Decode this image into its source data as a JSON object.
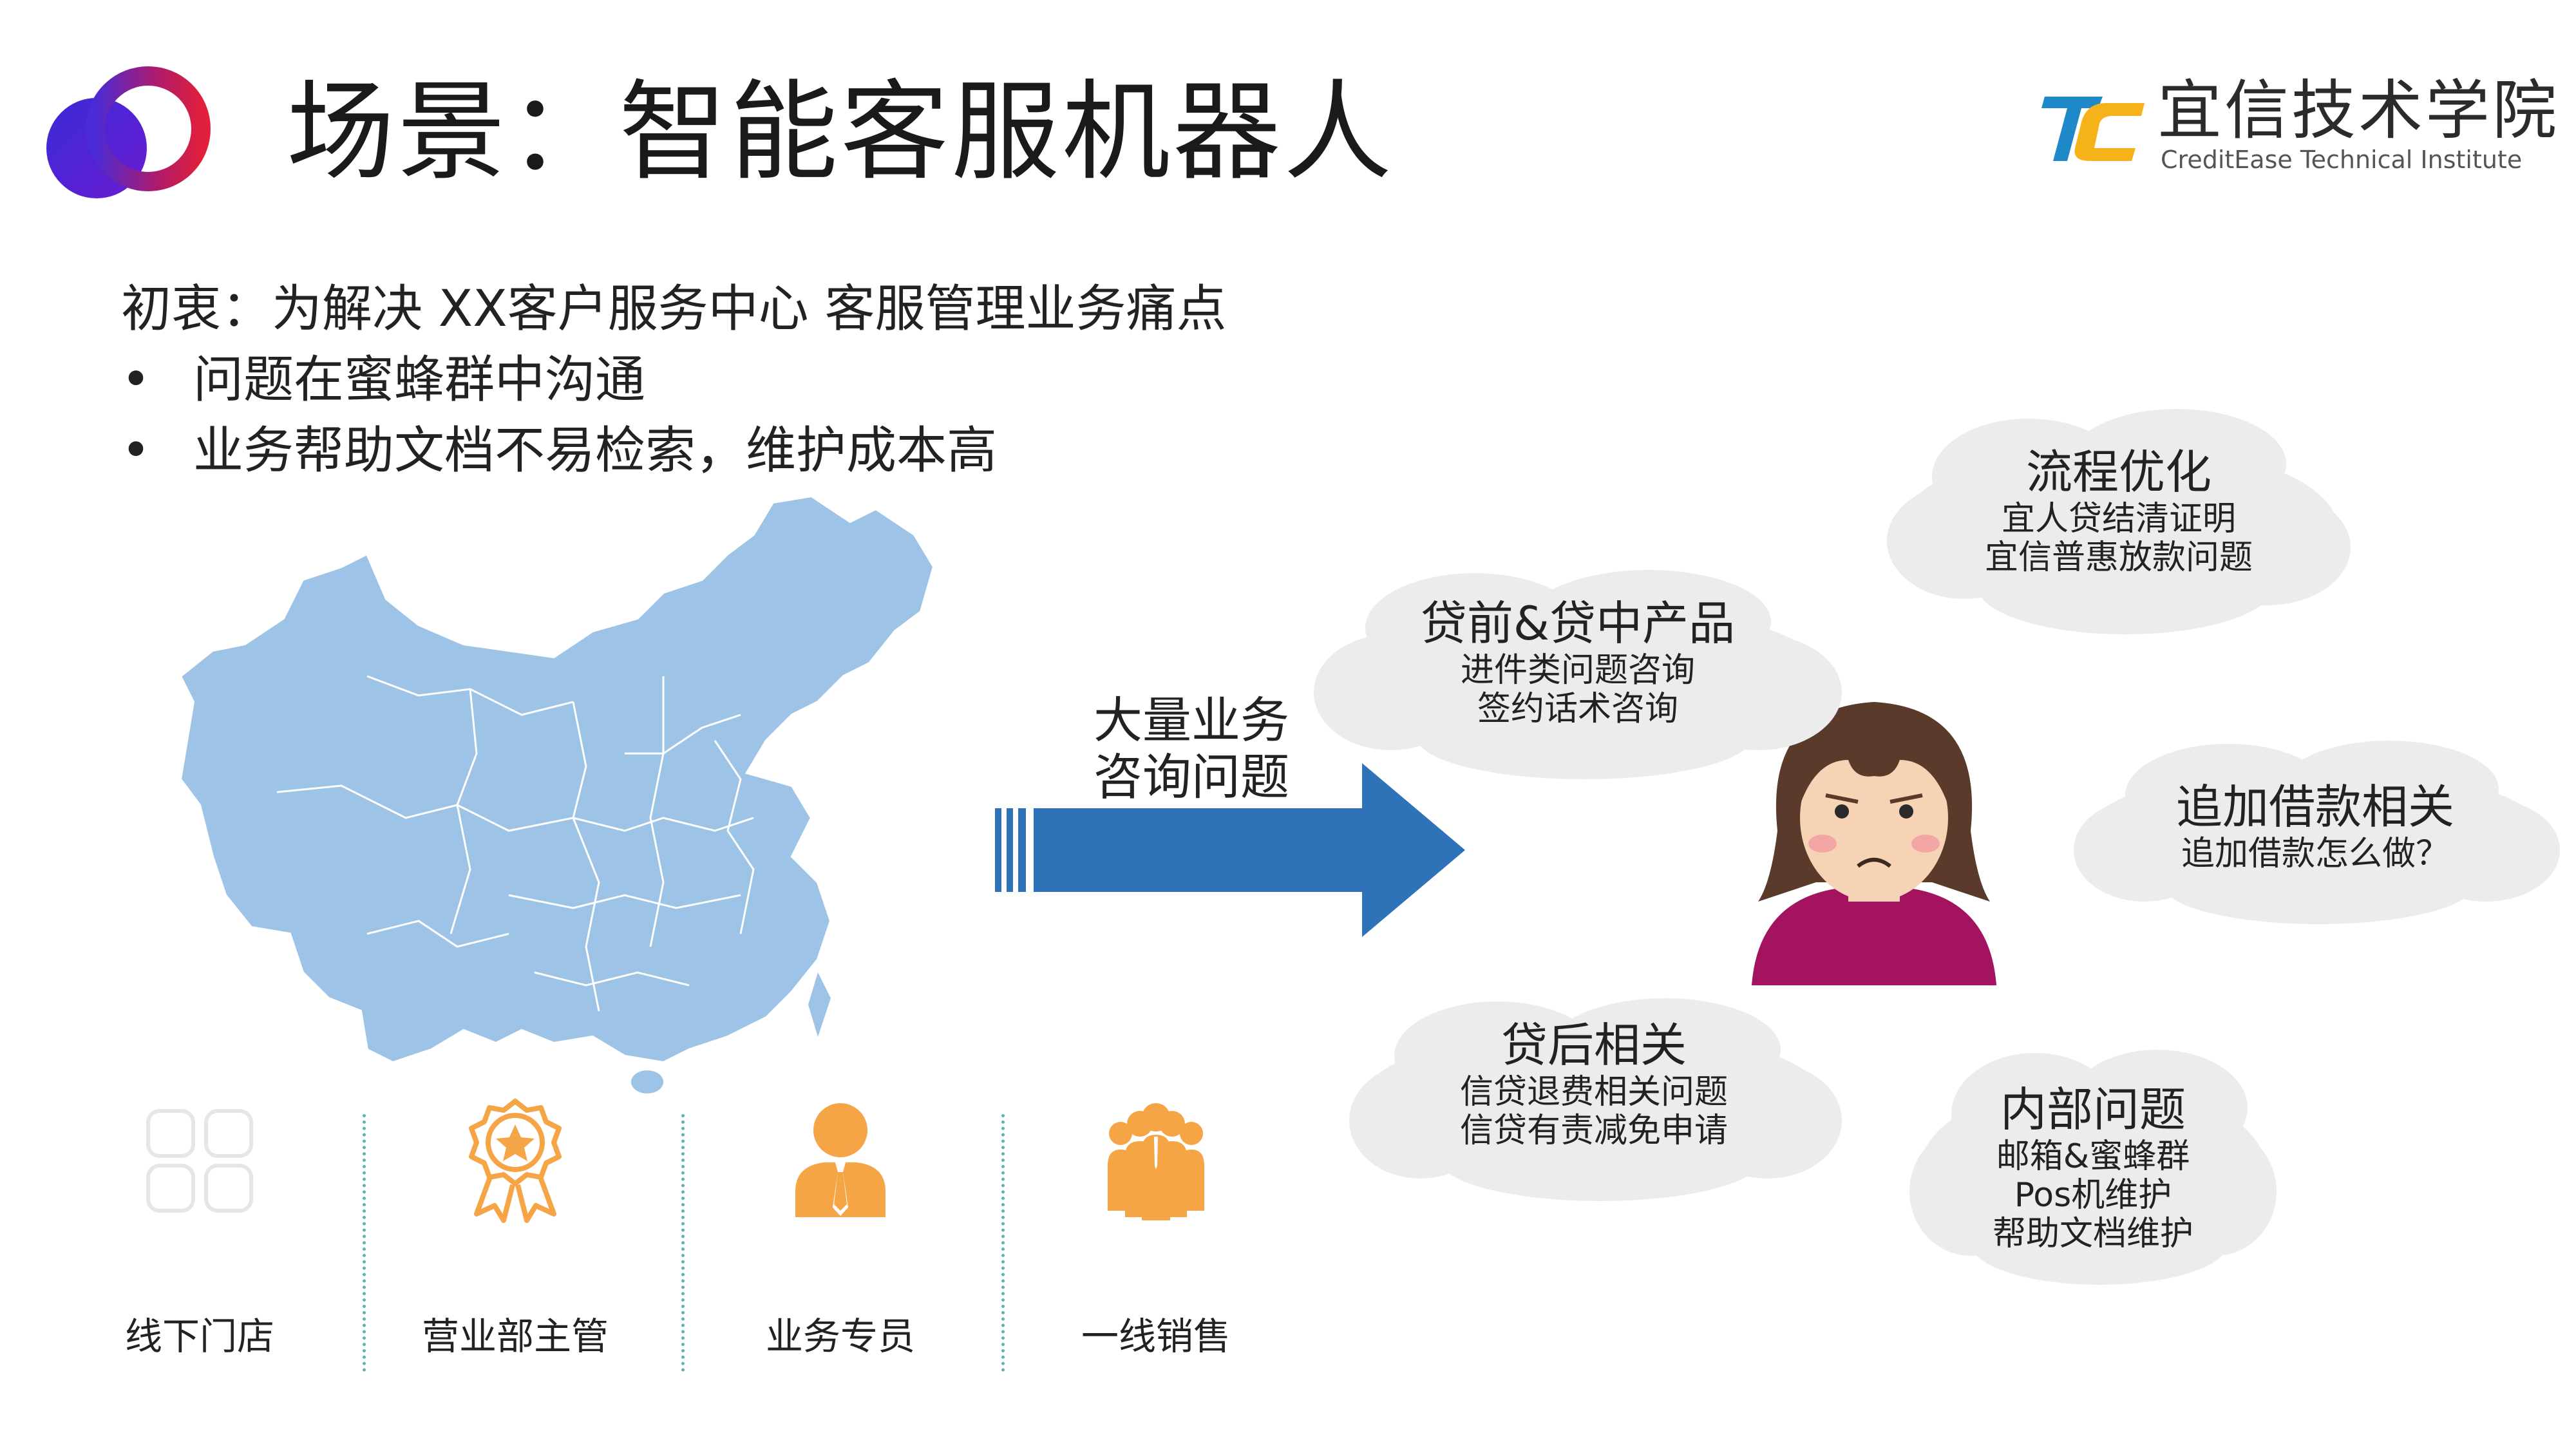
{
  "header": {
    "title": "场景：智能客服机器人",
    "brand_name": "宜信技术学院",
    "brand_sub": "CreditEase Technical Institute"
  },
  "intro": {
    "heading": "初衷：为解决 XX客户服务中心 客服管理业务痛点",
    "bullets": [
      "问题在蜜蜂群中沟通",
      "业务帮助文档不易检索，维护成本高"
    ],
    "bullet_symbol": "•"
  },
  "arrow": {
    "label_line1": "大量业务",
    "label_line2": "咨询问题",
    "color": "#2e72b8"
  },
  "clouds": {
    "process": {
      "title": "流程优化",
      "lines": [
        "宜人贷结清证明",
        "宜信普惠放款问题"
      ]
    },
    "preloan": {
      "title": "贷前&贷中产品",
      "lines": [
        "进件类问题咨询",
        "签约话术咨询"
      ]
    },
    "borrow": {
      "title": "追加借款相关",
      "lines": [
        "追加借款怎么做？"
      ]
    },
    "postloan": {
      "title": "贷后相关",
      "lines": [
        "信贷退费相关问题",
        "信贷有责减免申请"
      ]
    },
    "internal": {
      "title": "内部问题",
      "lines": [
        "邮箱&蜜蜂群",
        "Pos机维护",
        "帮助文档维护"
      ]
    }
  },
  "roles": [
    {
      "label": "线下门店",
      "icon": "store-grid-icon"
    },
    {
      "label": "营业部主管",
      "icon": "award-badge-icon"
    },
    {
      "label": "业务专员",
      "icon": "business-person-icon"
    },
    {
      "label": "一线销售",
      "icon": "sales-team-icon"
    }
  ],
  "colors": {
    "map_fill": "#9dc3e6",
    "accent_orange": "#f5a545",
    "arrow_blue": "#2e72b8",
    "cloud_fill": "#ececec"
  }
}
